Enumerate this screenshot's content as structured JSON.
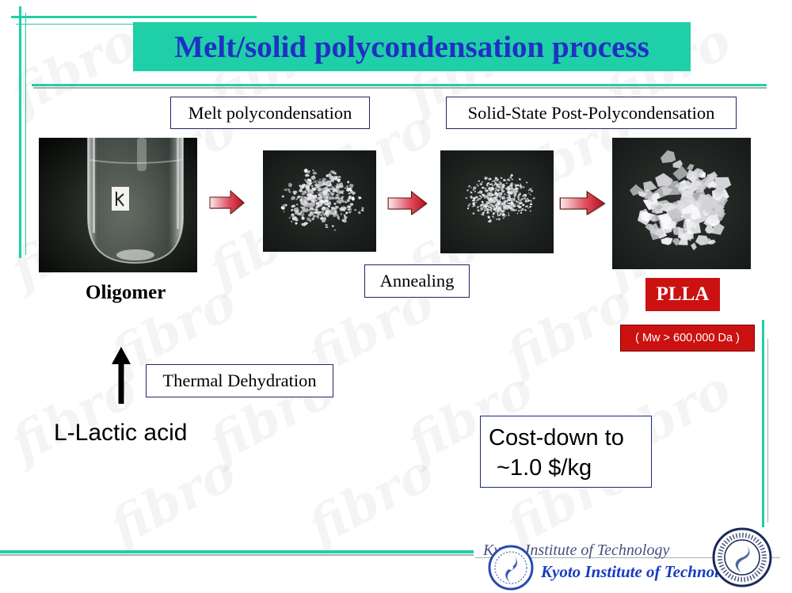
{
  "title": "Melt/solid polycondensation process",
  "process": {
    "melt_step": "Melt polycondensation",
    "solid_step": "Solid-State Post-Polycondensation",
    "annealing_step": "Annealing",
    "oligomer_label": "Oligomer",
    "product_label": "PLLA",
    "product_mw": "( Mw > 600,000 Da )",
    "dehydration_step": "Thermal Dehydration",
    "start_material": "L-Lactic acid"
  },
  "cost": {
    "line1": "Cost-down to",
    "line2": "~1.0 $/kg"
  },
  "footer": {
    "institution": "Kyoto Institute of Technology"
  },
  "watermark": {
    "text": "fibro"
  },
  "icons": {
    "process_arrow": "right-arrow-icon",
    "reaction_arrow": "up-arrow-icon",
    "institution_logo": "kit-logo-icon"
  },
  "colors": {
    "accent_teal": "#1fcfa8",
    "title_text": "#1f30c4",
    "highlight_red": "#cc1111",
    "box_border": "#23236b",
    "footer_blue": "#1a3cc0"
  }
}
